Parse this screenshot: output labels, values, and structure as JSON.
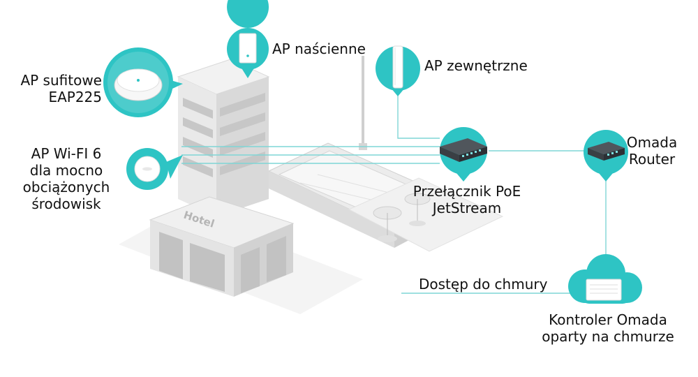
{
  "colors": {
    "accent": "#2ec4c4",
    "line": "#7fd6d6",
    "building": "#e3e3e3",
    "building_dark": "#c9c9c9",
    "device": "#3a3f44"
  },
  "icons": {
    "ceiling_ap": "ceiling-ap-icon",
    "wall_ap": "wall-ap-icon",
    "outdoor_ap": "outdoor-ap-icon",
    "wifi6_ap": "wifi6-ap-icon",
    "switch": "poe-switch-icon",
    "router": "router-icon",
    "cloud": "cloud-controller-icon"
  },
  "hotel_sign": "Hotel",
  "labels": {
    "ceiling_ap": [
      "AP sufitowe",
      "EAP225"
    ],
    "wall_ap": "AP naścienne",
    "outdoor_ap": "AP zewnętrzne",
    "wifi6_ap": [
      "AP Wi-FI 6",
      "dla mocno",
      "obciążonych",
      "środowisk"
    ],
    "switch": [
      "Przełącznik PoE",
      "JetStream"
    ],
    "router": [
      "Omada",
      "Router"
    ],
    "cloud_access": "Dostęp do chmury",
    "controller": [
      "Kontroler Omada",
      "oparty na chmurze"
    ]
  }
}
